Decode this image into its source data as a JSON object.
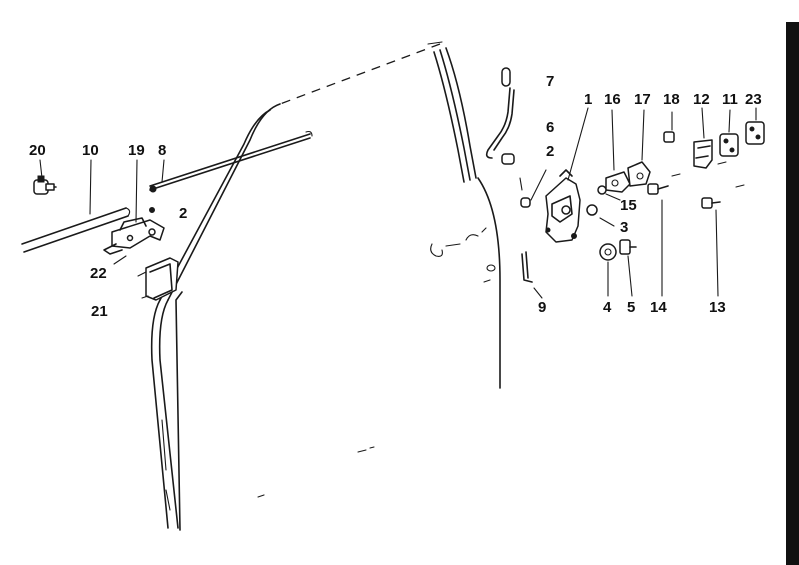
{
  "diagram": {
    "callouts": [
      {
        "id": "1",
        "text": "1"
      },
      {
        "id": "2a",
        "text": "2"
      },
      {
        "id": "2b",
        "text": "2"
      },
      {
        "id": "3",
        "text": "3"
      },
      {
        "id": "4",
        "text": "4"
      },
      {
        "id": "5",
        "text": "5"
      },
      {
        "id": "6",
        "text": "6"
      },
      {
        "id": "7",
        "text": "7"
      },
      {
        "id": "8",
        "text": "8"
      },
      {
        "id": "9",
        "text": "9"
      },
      {
        "id": "10",
        "text": "10"
      },
      {
        "id": "11",
        "text": "11"
      },
      {
        "id": "12",
        "text": "12"
      },
      {
        "id": "13",
        "text": "13"
      },
      {
        "id": "14",
        "text": "14"
      },
      {
        "id": "15",
        "text": "15"
      },
      {
        "id": "16",
        "text": "16"
      },
      {
        "id": "17",
        "text": "17"
      },
      {
        "id": "18",
        "text": "18"
      },
      {
        "id": "19",
        "text": "19"
      },
      {
        "id": "20",
        "text": "20"
      },
      {
        "id": "21",
        "text": "21"
      },
      {
        "id": "22",
        "text": "22"
      },
      {
        "id": "23",
        "text": "23"
      }
    ],
    "colors": {
      "ink": "#1a1a1a",
      "background": "#ffffff"
    }
  }
}
